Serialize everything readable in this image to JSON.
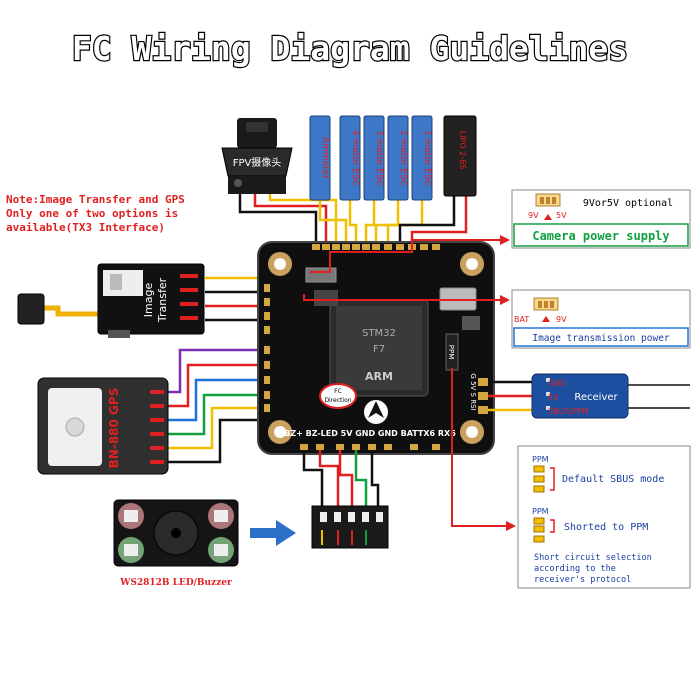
{
  "title": "FC Wiring Diagram Guidelines",
  "note": {
    "line1": "Note:Image Transfer and GPS",
    "line2": "Only one of two options is",
    "line3": "available(TX3 Interface)"
  },
  "camera": {
    "label": "FPV摄像头"
  },
  "top_modules": {
    "ammeter": "Ammeter",
    "esc4": "4 motor ESC",
    "esc3": "3 motor ESC",
    "esc2": "2 motor ESC",
    "esc1": "1 motor ESC",
    "lipo": "LIPO 2-6S"
  },
  "camera_power": {
    "title": "9Vor5V optional",
    "opt_left": "9V",
    "opt_right": "5V",
    "caption": "Camera power supply"
  },
  "image_power": {
    "opt_left": "BAT",
    "opt_right": "9V",
    "caption": "Image transmission power"
  },
  "image_transfer": {
    "line1": "Image",
    "line2": "Transfer"
  },
  "gps": {
    "label": "BN-880 GPS"
  },
  "receiver": {
    "label": "Receiver",
    "gnd": "GND",
    "v5": "5V",
    "sbus": "SBUS/PPM"
  },
  "fc": {
    "direction_line1": "FC",
    "direction_line2": "Direction",
    "bottom_pads": "BZ+ BZ-LED 5V GND GND BATTX6 RX6",
    "chip1": "STM32",
    "chip2": "F7",
    "chip3": "ARM",
    "ppm": "PPM",
    "right_pads": "G 5V S RSI"
  },
  "ppm_panel": {
    "ppm_top": "PPM",
    "default_mode": "Default SBUS mode",
    "ppm_bottom": "PPM",
    "shorted": "Shorted to PPM",
    "desc1": "Short circuit selection",
    "desc2": "according to the",
    "desc3": "receiver's protocol"
  },
  "buzzer": {
    "label": "WS2812B LED/Buzzer"
  },
  "colors": {
    "red": "#e02020",
    "yellow": "#f0c000",
    "black": "#111111",
    "green": "#10a040",
    "blue": "#1e73d8",
    "purple": "#7a2fb0",
    "esc_blue": "#3d78c8",
    "text_blue": "#1a3fa0"
  }
}
